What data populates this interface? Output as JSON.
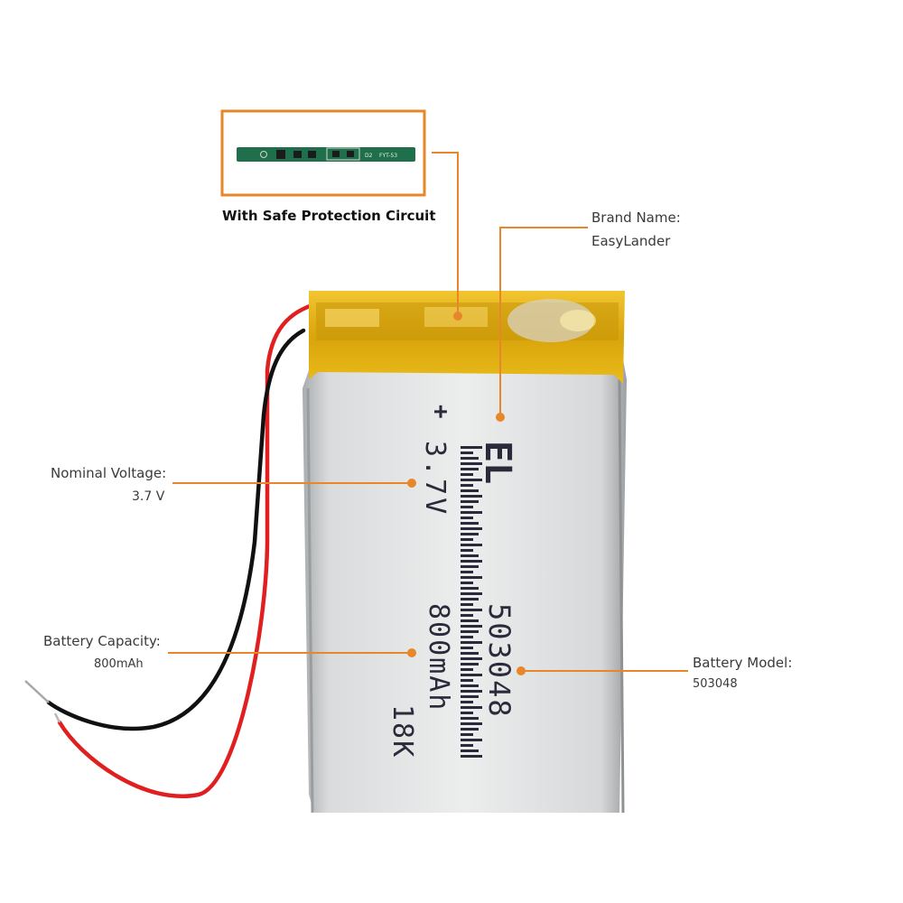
{
  "callouts": {
    "pcb_caption": "With Safe Protection Circuit",
    "brand": {
      "heading": "Brand Name:",
      "value": "EasyLander"
    },
    "voltage": {
      "heading": "Nominal Voltage:",
      "value": "3.7 V"
    },
    "capacity": {
      "heading": "Battery  Capacity:",
      "value": "800mAh"
    },
    "model": {
      "heading": "Battery Model:",
      "value": "503048"
    }
  },
  "battery_print": {
    "logo": "EL",
    "polarity": "+",
    "voltage": "3.7V",
    "model": "503048",
    "capacity": "800mAh",
    "date_code": "18K"
  },
  "pcb_text": {
    "ic_mark": "D2",
    "part_code": "FYT-53"
  },
  "colors": {
    "accent": "#e8872a",
    "pcb": "#1f6f4c",
    "tape": "#e8b80c",
    "wire_red": "#e02020",
    "wire_black": "#111111"
  }
}
